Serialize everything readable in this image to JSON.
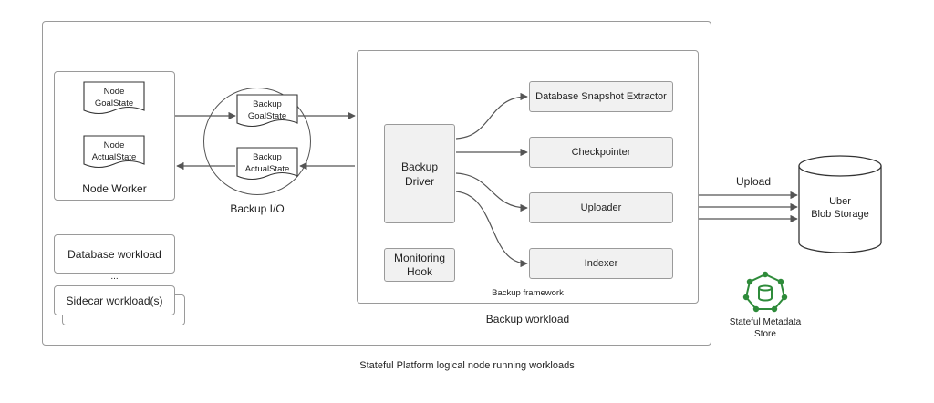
{
  "caption": "Stateful Platform logical node running workloads",
  "node_worker": {
    "label": "Node Worker",
    "docs": [
      {
        "line1": "Node",
        "line2": "GoalState"
      },
      {
        "line1": "Node",
        "line2": "ActualState"
      }
    ]
  },
  "backup_io": {
    "label": "Backup I/O",
    "docs": [
      {
        "line1": "Backup",
        "line2": "GoalState"
      },
      {
        "line1": "Backup",
        "line2": "ActualState"
      }
    ]
  },
  "workloads": {
    "database": "Database workload",
    "ellipsis": "...",
    "sidecar": "Sidecar workload(s)"
  },
  "backup_workload": {
    "label": "Backup workload",
    "framework_label": "Backup framework",
    "driver": {
      "line1": "Backup",
      "line2": "Driver"
    },
    "monitoring": {
      "line1": "Monitoring",
      "line2": "Hook"
    },
    "components": [
      "Database Snapshot Extractor",
      "Checkpointer",
      "Uploader",
      "Indexer"
    ]
  },
  "upload_label": "Upload",
  "storage": {
    "line1": "Uber",
    "line2": "Blob Storage"
  },
  "metadata_store": {
    "line1": "Stateful Metadata",
    "line2": "Store"
  },
  "colors": {
    "border": "#9a9a9a",
    "fill": "#f1f1f1",
    "line": "#555555",
    "metadata_icon": "#2e8b3a"
  }
}
